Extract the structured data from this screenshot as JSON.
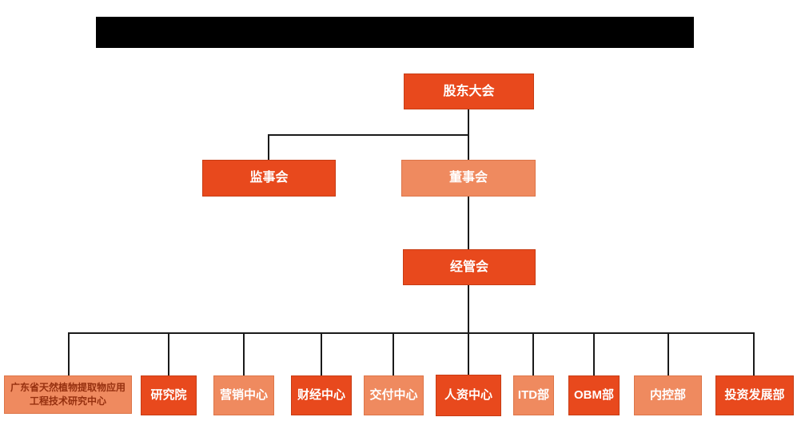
{
  "colors": {
    "background": "#ffffff",
    "node_primary": "#e8491d",
    "node_secondary": "#ef8a5f",
    "node_text": "#ffffff",
    "research_center_text": "#96300f",
    "connector": "#1a1a1a",
    "redaction_bar": "#000000"
  },
  "chart": {
    "type": "org-chart",
    "nodes": {
      "shareholders_meeting": {
        "label": "股东大会",
        "variant": "primary",
        "level": 1,
        "parent": null
      },
      "supervisory_board": {
        "label": "监事会",
        "variant": "primary",
        "level": 2,
        "parent": "股东大会"
      },
      "board_of_directors": {
        "label": "董事会",
        "variant": "secondary",
        "level": 2,
        "parent": "股东大会"
      },
      "management_committee": {
        "label": "经管会",
        "variant": "primary",
        "level": 3,
        "parent": "董事会"
      },
      "research_center": {
        "label": "广东省天然植物提取物应用工程技术研究中心",
        "variant": "secondary",
        "level": 4,
        "parent": "经管会"
      },
      "research_institute": {
        "label": "研究院",
        "variant": "primary",
        "level": 4,
        "parent": "经管会"
      },
      "marketing_center": {
        "label": "营销中心",
        "variant": "secondary",
        "level": 4,
        "parent": "经管会"
      },
      "finance_center": {
        "label": "财经中心",
        "variant": "primary",
        "level": 4,
        "parent": "经管会"
      },
      "delivery_center": {
        "label": "交付中心",
        "variant": "secondary",
        "level": 4,
        "parent": "经管会"
      },
      "hr_center": {
        "label": "人资中心",
        "variant": "primary",
        "level": 4,
        "parent": "经管会"
      },
      "itd_department": {
        "label": "ITD部",
        "variant": "secondary",
        "level": 4,
        "parent": "经管会"
      },
      "obm_department": {
        "label": "OBM部",
        "variant": "primary",
        "level": 4,
        "parent": "经管会"
      },
      "internal_control": {
        "label": "内控部",
        "variant": "secondary",
        "level": 4,
        "parent": "经管会"
      },
      "investment_development": {
        "label": "投资发展部",
        "variant": "primary",
        "level": 4,
        "parent": "经管会"
      }
    }
  }
}
